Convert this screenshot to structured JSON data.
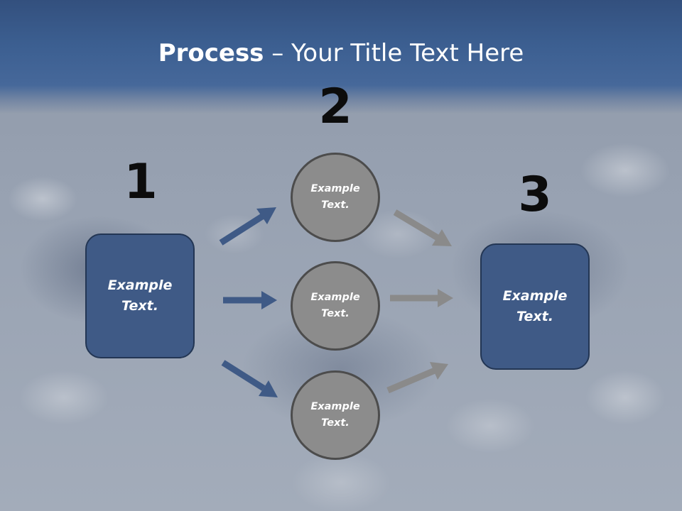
{
  "slide": {
    "title_bold": "Process",
    "title_rest": " – Your Title Text Here"
  },
  "steps": [
    {
      "number": "1",
      "text": "Example\nText."
    },
    {
      "number": "2",
      "items": [
        "Example\nText.",
        "Example\nText.",
        "Example\nText."
      ]
    },
    {
      "number": "3",
      "text": "Example\nText."
    }
  ],
  "colors": {
    "header": "#3c5f91",
    "box_fill": "#3f5a86",
    "circle_fill": "#8c8c8c",
    "arrow_blue": "#3f5a86",
    "arrow_gray": "#8a8a8a"
  }
}
